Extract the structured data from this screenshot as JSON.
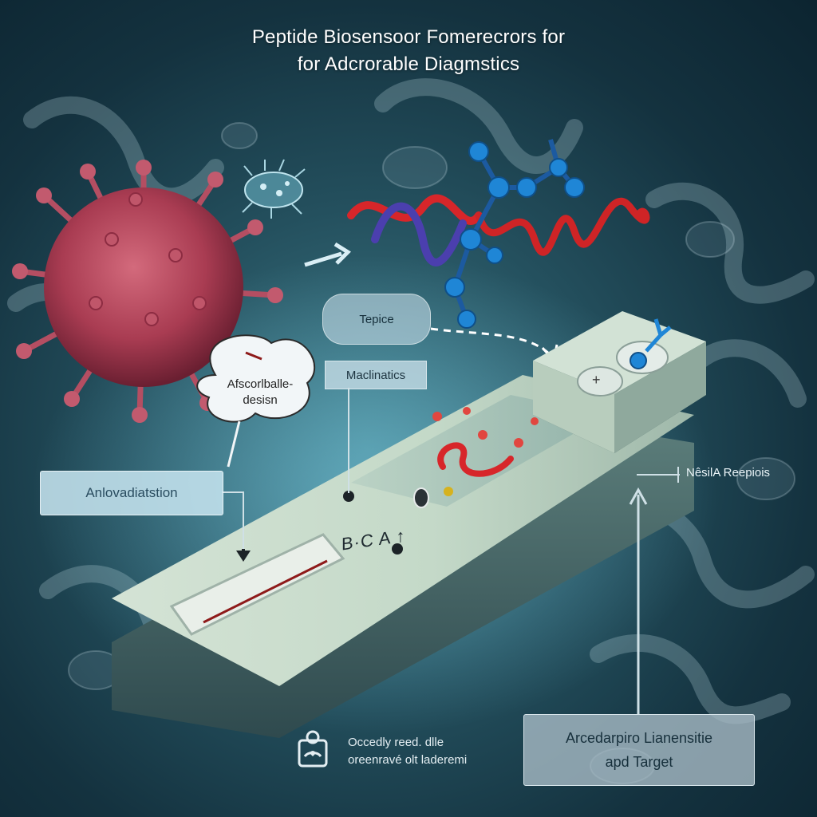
{
  "title": {
    "line1": "Peptide Biosensoor Fomerecrors for",
    "line2": "for Adcrorable Diagmstics"
  },
  "labels": {
    "tepice": "Tepice",
    "bubble_line1": "Afscorlballe-",
    "bubble_line2": "desisn",
    "machinatics": "Maclinatics",
    "left_caption": "Anlovadiatstion",
    "right_label": "NêsilA Reepiois",
    "strip_marking": "B·C A ↑",
    "target_line1": "Arcedarpiro Lianensitie",
    "target_line2": "apd Target",
    "footer_line1": "Occedly reed. dlle",
    "footer_line2": "oreenravé olt laderemi",
    "window_mark": "+"
  },
  "icons": {
    "virus": "virus-icon",
    "bacterium": "bacterium-icon",
    "peptide": "peptide-helix-icon",
    "footer": "person-care-icon"
  },
  "colors": {
    "virus": "#b4445a",
    "helix_red": "#d7262a",
    "helix_blue": "#4b3fae",
    "ball_blue": "#1f86d6",
    "strip": "#c9dccd",
    "test_line": "#8e1a1a"
  }
}
